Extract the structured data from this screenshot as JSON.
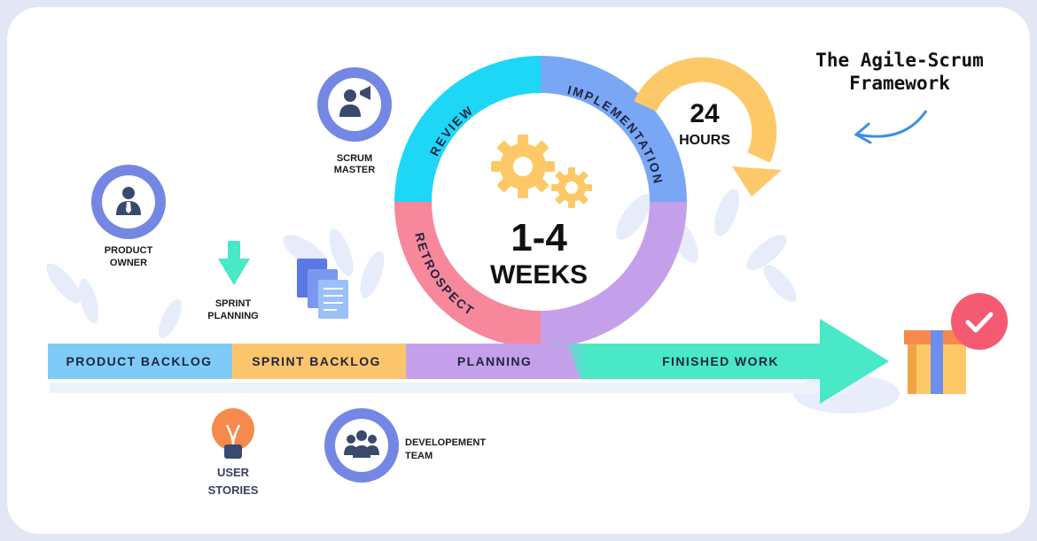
{
  "title": {
    "line1": "The Agile-Scrum",
    "line2": "Framework"
  },
  "roles": {
    "scrum_master": {
      "line1": "SCRUM",
      "line2": "MASTER",
      "icon": "megaphone-person-icon"
    },
    "product_owner": {
      "line1": "PRODUCT",
      "line2": "OWNER",
      "icon": "businessman-icon"
    },
    "development_team": {
      "line1": "DEVELOPEMENT",
      "line2": "TEAM",
      "icon": "team-icon"
    }
  },
  "sprint_planning": {
    "line1": "SPRINT",
    "line2": "PLANNING",
    "icon": "down-arrow-icon"
  },
  "user_stories": {
    "line1": "USER",
    "line2": "STORIES",
    "icon": "lightbulb-icon"
  },
  "timeline": {
    "product_backlog": "PRODUCT BACKLOG",
    "sprint_backlog": "SPRINT BACKLOG",
    "planning": "PLANNING",
    "finished_work": "FINISHED WORK"
  },
  "cycle": {
    "review": "REVIEW",
    "implementation": "IMPLEMENTATION",
    "retrospect": "RETROSPECT",
    "center_top": "1-4",
    "center_bottom": "WEEKS"
  },
  "daily": {
    "number": "24",
    "unit": "HOURS"
  },
  "colors": {
    "product_backlog": "#7ecbf7",
    "sprint_backlog": "#fdc56b",
    "planning": "#c5a0ea",
    "finished_work": "#49e8c6",
    "review": "#1ed7f6",
    "implementation": "#79a7f6",
    "retrospect": "#f7879b",
    "daily_arrow": "#fdc968",
    "icon_ring": "#6b7fe3",
    "check_badge": "#f45b73"
  }
}
